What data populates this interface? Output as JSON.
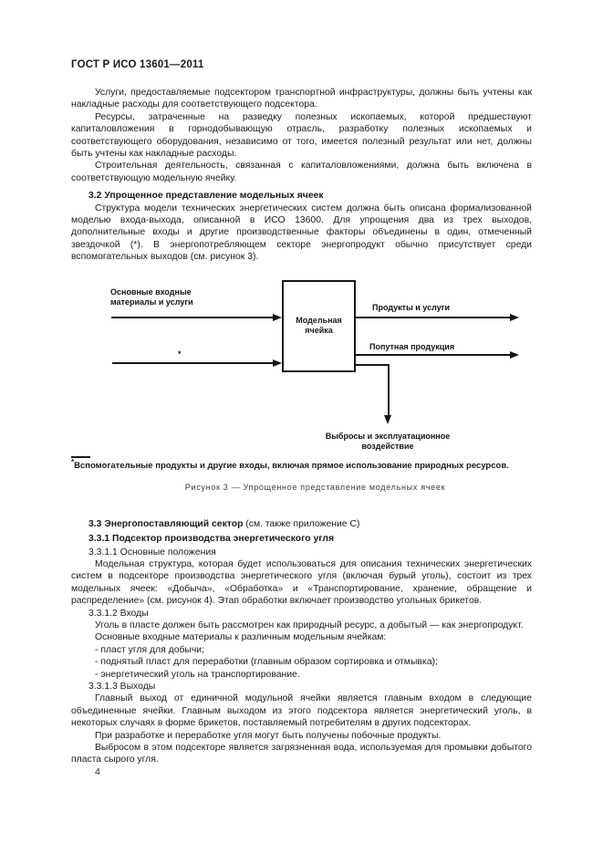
{
  "header": {
    "title": "ГОСТ Р ИСО 13601—2011"
  },
  "body": {
    "para_services": "Услуги, предоставляемые подсектором транспортной инфраструктуры, должны быть учтены как накладные расходы для соответствующего подсектора.",
    "para_resources": "Ресурсы, затраченные на разведку полезных ископаемых, которой предшествуют капиталовложения в горнодобывающую отрасль, разработку полезных ископаемых и соответствующего оборудования, независимо от того, имеется полезный результат или нет, должны быть учтены как накладные расходы.",
    "para_construction": "Строительная деятельность, связанная с капиталовложениями, должна быть включена в соответствующую модельную ячейку.",
    "heading_3_2": "3.2 Упрощенное представление модельных ячеек",
    "para_structure": "Структура модели технических энергетических систем должна быть описана формализованной моделью входа-выхода, описанной в ИСО 13600. Для упрощения два из трех выходов, дополнительные входы и другие производственные факторы объединены в один, отмеченный звездочкой (*). В энергопотребляющем секторе энергопродукт обычно присутствует среди вспомогательных выходов (см. рисунок 3).",
    "heading_3_3_bold": "3.3 Энергопоставляющий сектор",
    "heading_3_3_rest": " (см. также приложение C)",
    "heading_3_3_1": "3.3.1 Подсектор производства энергетического угля",
    "heading_3_3_1_1": "3.3.1.1 Основные положения",
    "para_model_structure": "Модельная структура, которая будет использоваться для описания технических энергетических систем в подсекторе производства энергетического угля (включая бурый уголь), состоит из трех модельных ячеек: «Добыча», «Обработка» и «Транспортирование, хранение, обращение и распределение» (см. рисунок 4). Этап обработки включает производство угольных брикетов.",
    "heading_3_3_1_2": "3.3.1.2 Входы",
    "para_coal_seam": "Уголь в пласте должен быть рассмотрен как природный ресурс, а добытый — как энергопродукт.",
    "para_inputs_intro": "Основные входные материалы к различным модельным ячейкам:",
    "list_items": [
      "- пласт угля для добычи;",
      "- поднятый пласт для переработки (главным образом сортировка и отмывка);",
      "- энергетический уголь на транспортирование."
    ],
    "heading_3_3_1_3": "3.3.1.3 Выходы",
    "para_main_output": "Главный выход от единичной модульной ячейки является главным входом в следующие объединенные ячейки. Главным выходом из этого подсектора является энергетический уголь, в некоторых случаях в форме брикетов, поставляемый потребителям в других подсекторах.",
    "para_byproducts": "При разработке и переработке угля могут быть получены побочные продукты.",
    "para_emission": "Выбросом в этом подсекторе является загрязненная вода, используемая для промывки добытого пласта сырого угля.",
    "page_number": "4"
  },
  "figure": {
    "input_label": "Основные входные материалы и услуги",
    "asterisk_marker": "*",
    "box_label": "Модельная ячейка",
    "output_products_label": "Продукты и услуги",
    "output_byproduct_label": "Попутная продукция",
    "emissions_label": "Выбросы и эксплуатационное воздействие",
    "footnote_marker": "*",
    "footnote_text": "Вспомогательные продукты и другие входы, включая прямое использование природных ресурсов.",
    "caption": "Рисунок 3 — Упрощенное представление модельных ячеек"
  }
}
